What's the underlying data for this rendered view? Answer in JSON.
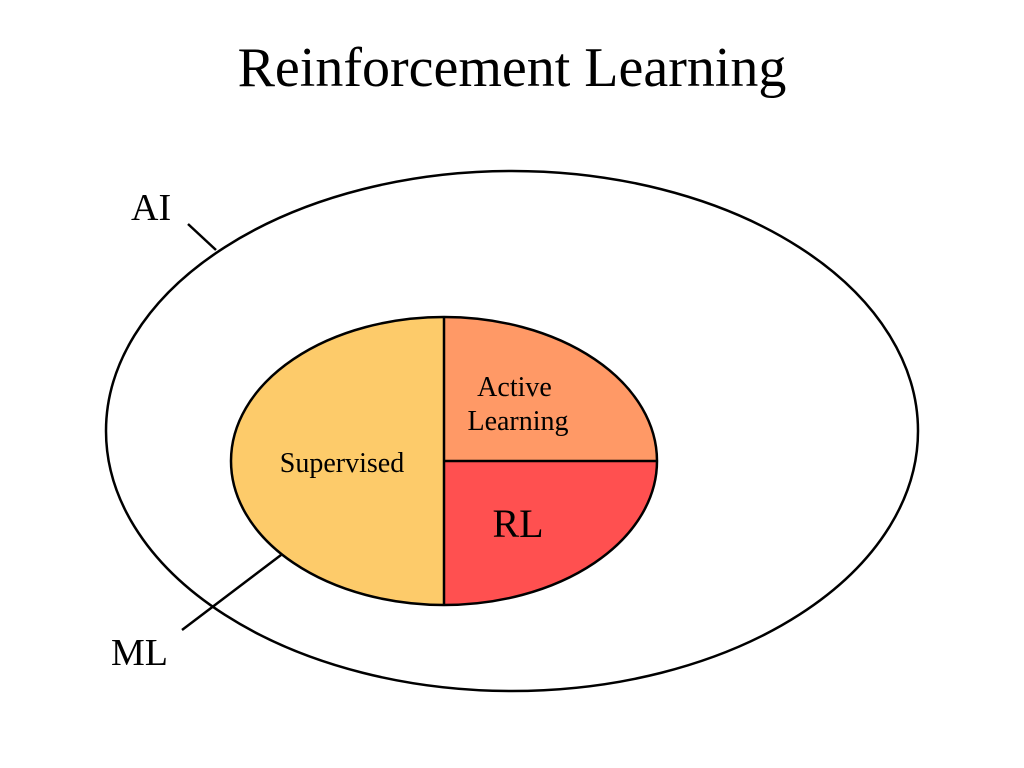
{
  "title": "Reinforcement Learning",
  "diagram": {
    "outer": {
      "label": "AI"
    },
    "inner": {
      "label": "ML"
    },
    "segments": {
      "supervised": {
        "label": "Supervised",
        "color": "#FDCB6A"
      },
      "active_learning": {
        "lines": [
          "Active",
          "Learning"
        ],
        "color": "#FF9966"
      },
      "rl": {
        "label": "RL",
        "color": "#FF5050"
      }
    },
    "stroke_color": "#000000"
  }
}
